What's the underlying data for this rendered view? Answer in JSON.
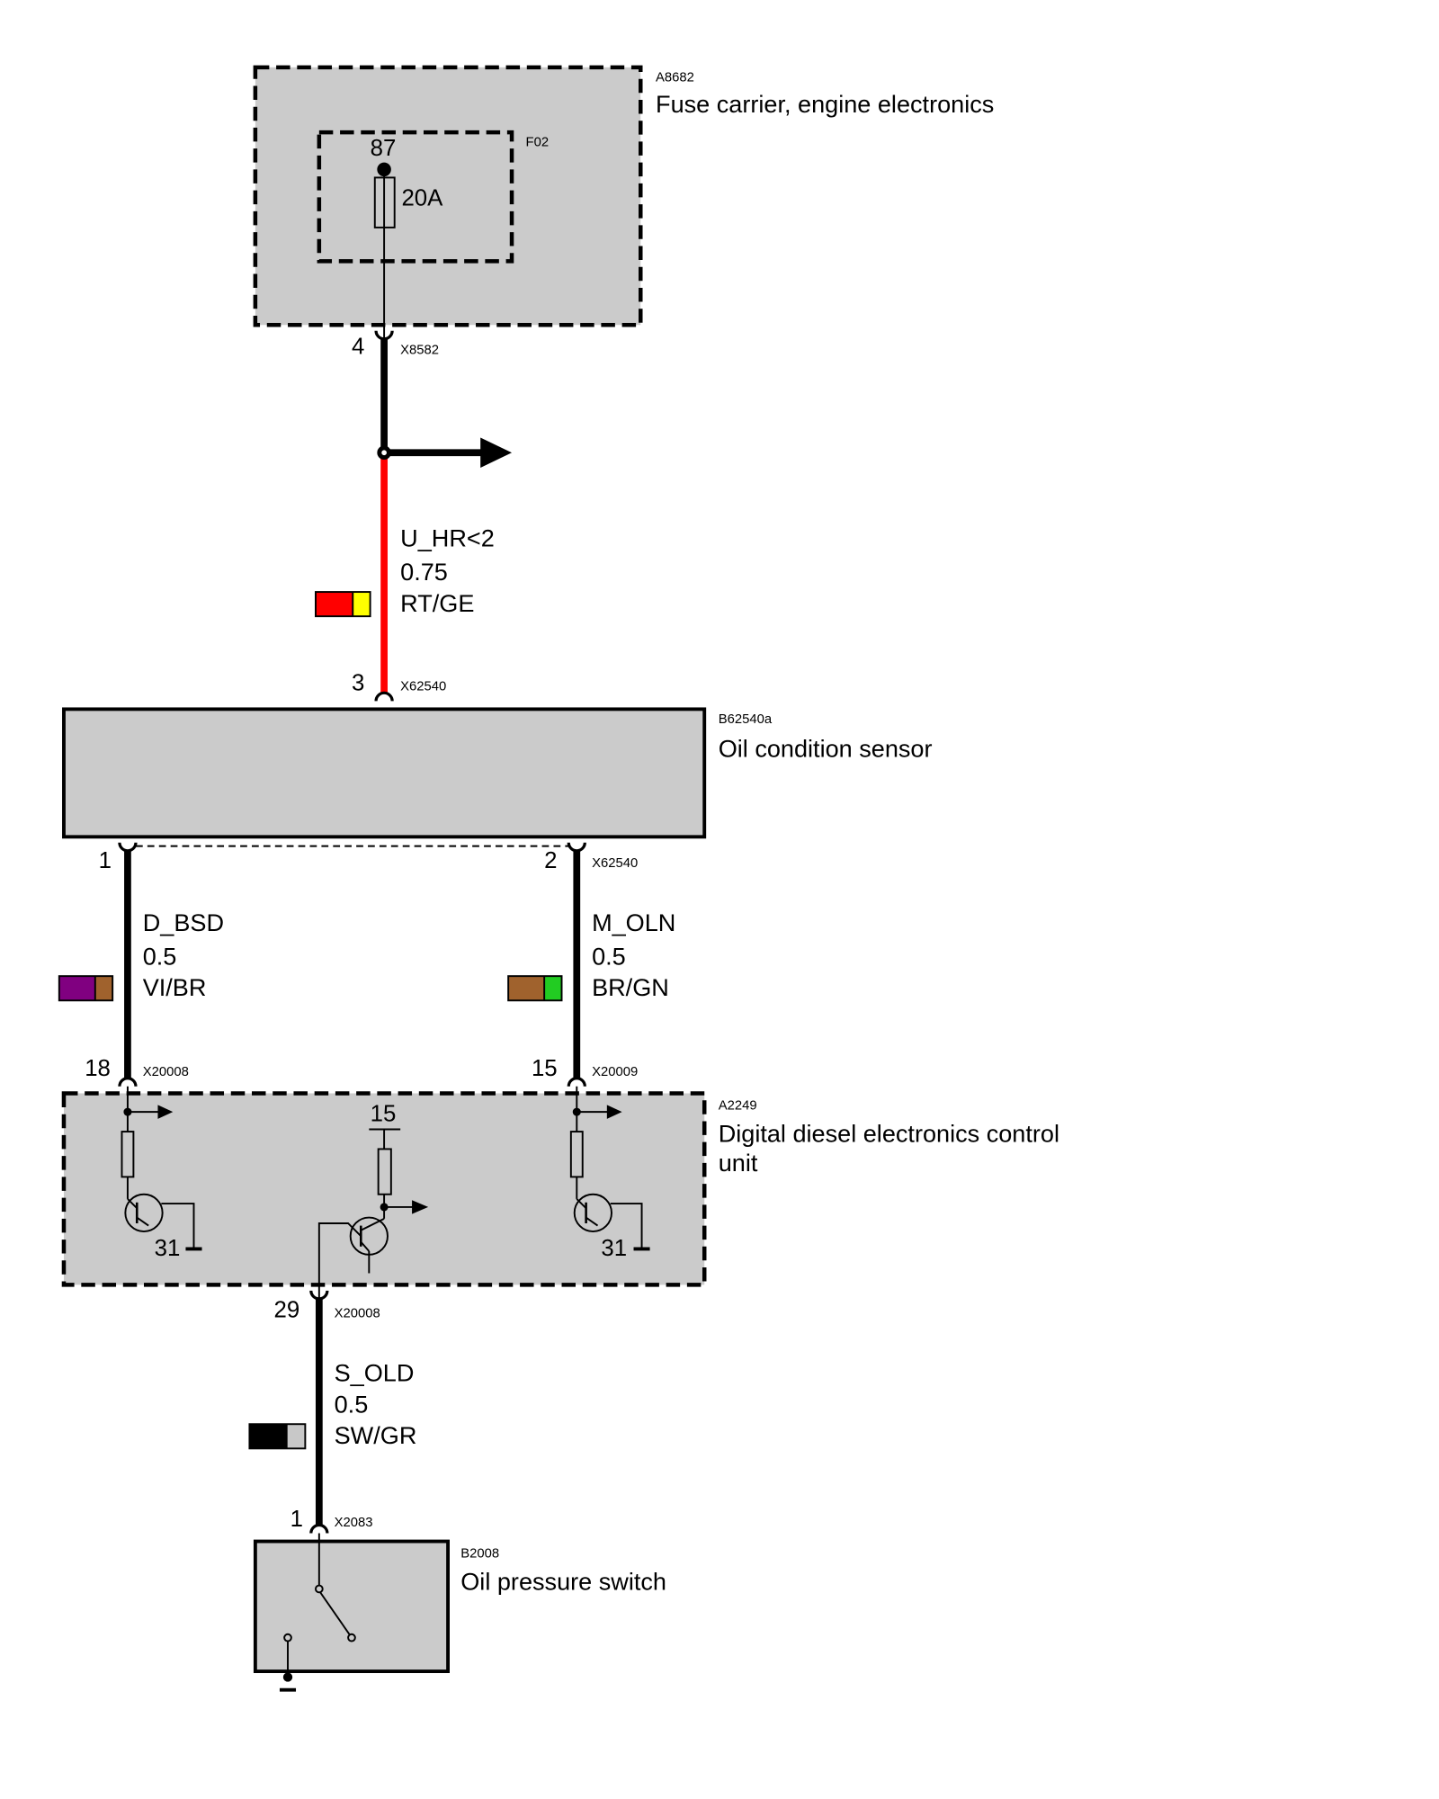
{
  "components": {
    "fuse_carrier": {
      "id": "A8682",
      "name": "Fuse carrier, engine electronics",
      "fuse": {
        "id": "F02",
        "terminal": "87",
        "rating": "20A"
      }
    },
    "oil_condition_sensor": {
      "id": "B62540a",
      "name": "Oil condition sensor"
    },
    "dde_control_unit": {
      "id": "A2249",
      "name_lines": [
        "Digital diesel electronics control",
        "unit"
      ],
      "supply_terminal": "15",
      "ground_terminals": [
        "31",
        "31"
      ]
    },
    "oil_pressure_switch": {
      "id": "B2008",
      "name": "Oil pressure switch"
    }
  },
  "connectors": {
    "fuse_carrier_out": {
      "pin": "4",
      "id": "X8582"
    },
    "sensor_supply_in": {
      "pin": "3",
      "id": "X62540"
    },
    "sensor_signal_out": {
      "pins": [
        "1",
        "2"
      ],
      "id": "X62540"
    },
    "dde_bsd_in": {
      "pin": "18",
      "id": "X20008"
    },
    "dde_oln_in": {
      "pin": "15",
      "id": "X20009"
    },
    "dde_old_in": {
      "pin": "29",
      "id": "X20008"
    },
    "switch_out": {
      "pin": "1",
      "id": "X2083"
    }
  },
  "wires": [
    {
      "signal": "U_HR<2",
      "cross_section": "0.75",
      "color_code": "RT/GE",
      "colors": [
        "#ff0000",
        "#ffff00"
      ],
      "trace_color": "#ff0000"
    },
    {
      "signal": "D_BSD",
      "cross_section": "0.5",
      "color_code": "VI/BR",
      "colors": [
        "#800080",
        "#a0622d"
      ],
      "trace_color": "#000000"
    },
    {
      "signal": "M_OLN",
      "cross_section": "0.5",
      "color_code": "BR/GN",
      "colors": [
        "#a0622d",
        "#22cc22"
      ],
      "trace_color": "#000000"
    },
    {
      "signal": "S_OLD",
      "cross_section": "0.5",
      "color_code": "SW/GR",
      "colors": [
        "#000000",
        "#c8c8c8"
      ],
      "trace_color": "#000000"
    }
  ]
}
